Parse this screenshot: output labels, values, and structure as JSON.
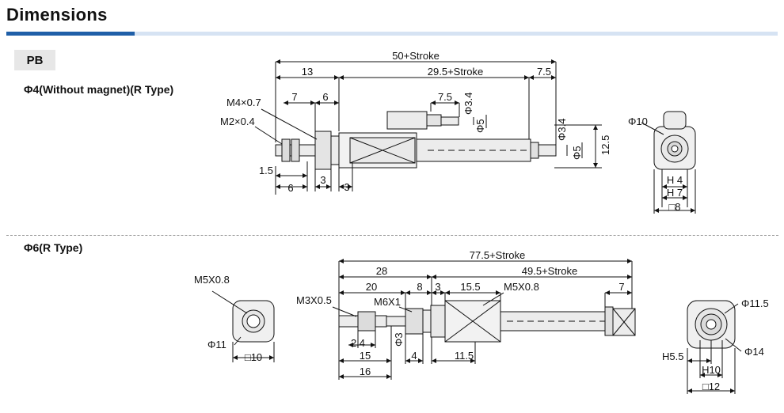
{
  "header": {
    "title": "Dimensions",
    "accent_color": "#1f5fa8",
    "rule_color": "#d6e3f3"
  },
  "model_tag": "PB",
  "section1": {
    "title": "Φ4(Without magnet)(R Type)",
    "dims": {
      "total": "50+Stroke",
      "d13": "13",
      "d29": "29.5+Stroke",
      "d75a": "7.5",
      "m4": "M4×0.7",
      "d7": "7",
      "d6a": "6",
      "m2": "M2×0.4",
      "d75b": "7.5",
      "phi34a": "Φ3.4",
      "phi5a": "Φ5",
      "phi34b": "Φ3.4",
      "phi5b": "Φ5",
      "d125": "12.5",
      "d15": "1.5",
      "d6b": "6",
      "d3a": "3",
      "d3b": "3",
      "phi10": "Φ10",
      "h4": "H 4",
      "h7": "H 7",
      "sq8": "□8"
    }
  },
  "section2": {
    "title": "Φ6(R Type)",
    "dims": {
      "total": "77.5+Stroke",
      "d28": "28",
      "d495": "49.5+Stroke",
      "d20": "20",
      "d8": "8",
      "d3": "3",
      "d155": "15.5",
      "m5a": "M5X0.8",
      "d7": "7",
      "m3": "M3X0.5",
      "m6": "M6X1",
      "phi3": "Φ3",
      "d24": "2.4",
      "d15": "15",
      "d4": "4",
      "d115": "11.5",
      "d16": "16",
      "m5b": "M5X0.8",
      "phi11": "Φ11",
      "sq10": "□10",
      "phi115": "Φ11.5",
      "h55": "H5.5",
      "phi14": "Φ14",
      "h10": "H10",
      "sq12": "□12"
    }
  }
}
